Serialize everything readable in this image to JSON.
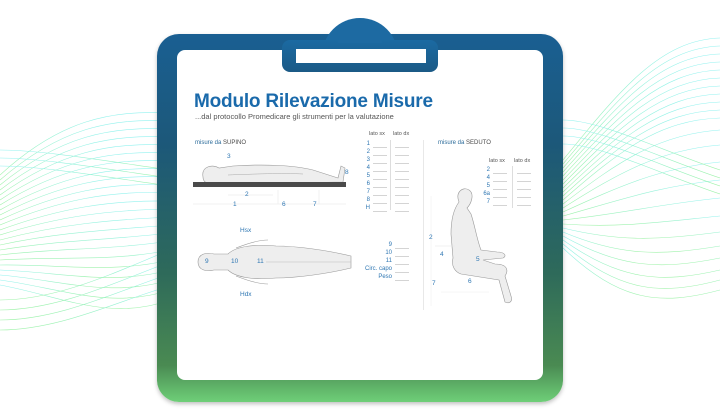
{
  "header": {
    "title": "Modulo Rilevazione Misure",
    "subtitle": "...dal protocollo Promedicare gli strumenti per la valutazione"
  },
  "supine": {
    "section_label_prefix": "misure da",
    "section_label_suffix": "SUPINO",
    "markers": {
      "m3": "3",
      "m8": "8",
      "m2": "2",
      "m1": "1",
      "m6": "6",
      "m7": "7"
    },
    "table": {
      "col_left": "lato sx",
      "col_right": "lato dx",
      "rows": [
        "1",
        "2",
        "3",
        "4",
        "5",
        "6",
        "7",
        "8",
        "H"
      ]
    }
  },
  "top_view": {
    "markers": {
      "hsx": "Hsx",
      "hdx": "Hdx",
      "m9": "9",
      "m10": "10",
      "m11": "11"
    },
    "table": {
      "rows": [
        "9",
        "10",
        "11",
        "Circ. capo",
        "Peso"
      ]
    }
  },
  "seated": {
    "section_label_prefix": "misure da",
    "section_label_suffix": "SEDUTO",
    "markers": {
      "m2": "2",
      "m4": "4",
      "m5": "5",
      "m6": "6",
      "m7": "7"
    },
    "table": {
      "col_left": "lato sx",
      "col_right": "lato dx",
      "rows": [
        "2",
        "4",
        "5",
        "6a",
        "7"
      ]
    }
  },
  "colors": {
    "title_blue": "#1a6aab",
    "accent_blue": "#2f77b3",
    "clipboard_top": "#1a5f92",
    "clipboard_bottom": "#6ecf78",
    "wave_cyan": "#7ff0ee",
    "wave_green": "#8ff09a"
  }
}
